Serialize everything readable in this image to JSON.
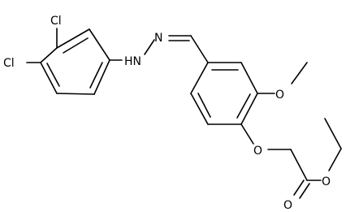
{
  "diagram": {
    "type": "chemical-structure",
    "atom_labels": {
      "cl_top": "Cl",
      "cl_left": "Cl",
      "n_imine": "N",
      "nh_hydrazine": "HN",
      "o_methoxy": "O",
      "o_ether": "O",
      "o_ester": "O",
      "o_carbonyl": "O"
    }
  }
}
